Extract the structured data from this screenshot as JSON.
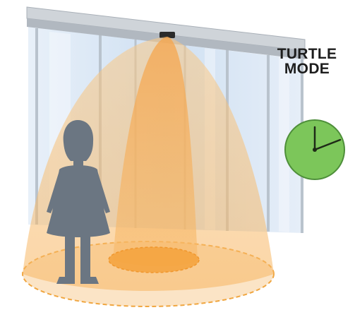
{
  "label": {
    "line1": "TURTLE",
    "line2": "MODE"
  },
  "colors": {
    "sensor_beam": "#f7b860",
    "beam_core": "#f7a84a",
    "floor_zone": "#f4b35c",
    "inner_zone": "#f5a23c",
    "person": "#6b7682",
    "clock_face": "#7cc65a",
    "clock_rim": "#4e8f3a",
    "glass": "#d7e6f5",
    "frame": "#b9bfc6"
  },
  "icons": [
    "automatic-door",
    "motion-sensor",
    "person-silhouette",
    "clock-icon"
  ]
}
